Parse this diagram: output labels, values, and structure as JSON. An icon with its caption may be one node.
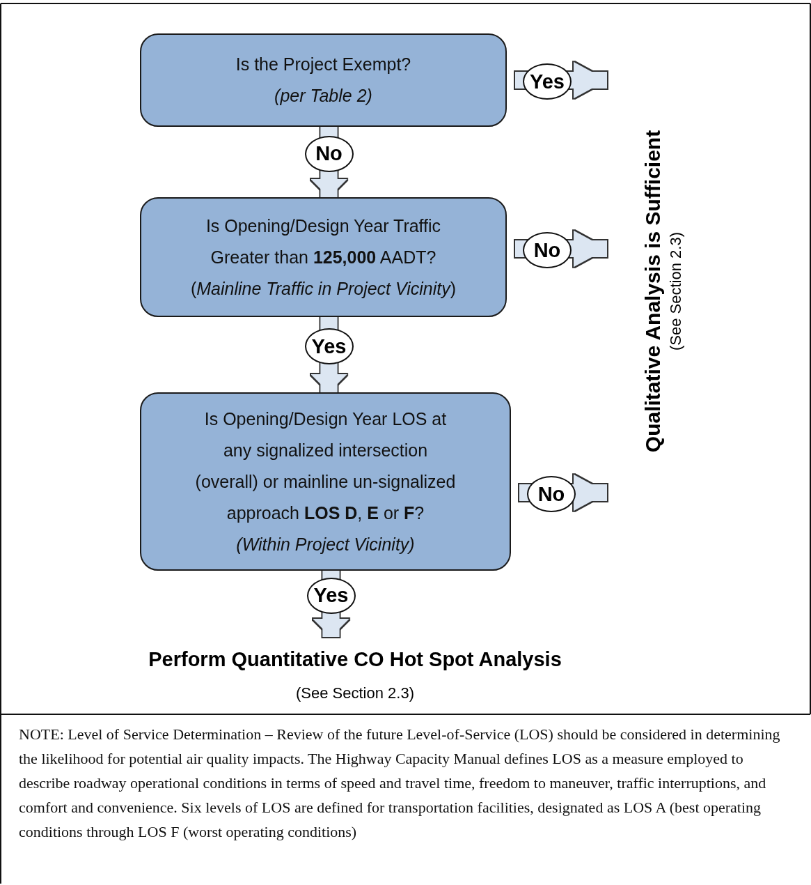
{
  "diagram": {
    "nodes": [
      {
        "text": [
          "Is the Project Exempt?",
          "(per Table 2)"
        ]
      },
      {
        "text": [
          "Is Opening/Design Year Traffic Greater than **125,000** AADT?",
          "(*Mainline Traffic in Project Vicinity*)"
        ]
      },
      {
        "text": [
          "Is Opening/Design Year LOS at any signalized intersection (overall) or mainline un-signalized approach **LOS D**, **E** or **F**?",
          "(Within Project Vicinity)"
        ]
      },
      {
        "text": [
          "Qualitative Analysis is Sufficient",
          "(See Section 2.3)"
        ]
      },
      {
        "text": [
          "Perform Quantitative CO Hot Spot Analysis",
          "(See Section 2.3)"
        ]
      }
    ],
    "edges": [
      {
        "from": 0,
        "to": 3,
        "arrow": "to",
        "label": "Yes"
      },
      {
        "from": 0,
        "to": 1,
        "arrow": "to",
        "label": "No"
      },
      {
        "from": 1,
        "to": 3,
        "arrow": "to",
        "label": "No"
      },
      {
        "from": 1,
        "to": 2,
        "arrow": "to",
        "label": "Yes"
      },
      {
        "from": 2,
        "to": 3,
        "arrow": "to",
        "label": "No"
      },
      {
        "from": 2,
        "to": 4,
        "arrow": "to",
        "label": "Yes"
      }
    ],
    "labels": [
      "NOTE: Level of Service Determination – Review of the future Level-of-Service (LOS) should be considered in determining the likelihood for potential air quality impacts.  The Highway Capacity Manual defines LOS as a measure employed to describe roadway operational conditions in terms of speed and travel time, freedom to maneuver, traffic interruptions, and comfort and convenience.  Six levels of LOS are defined for transportation facilities, designated as LOS A (best operating conditions through LOS F (worst operating conditions)"
    ]
  }
}
